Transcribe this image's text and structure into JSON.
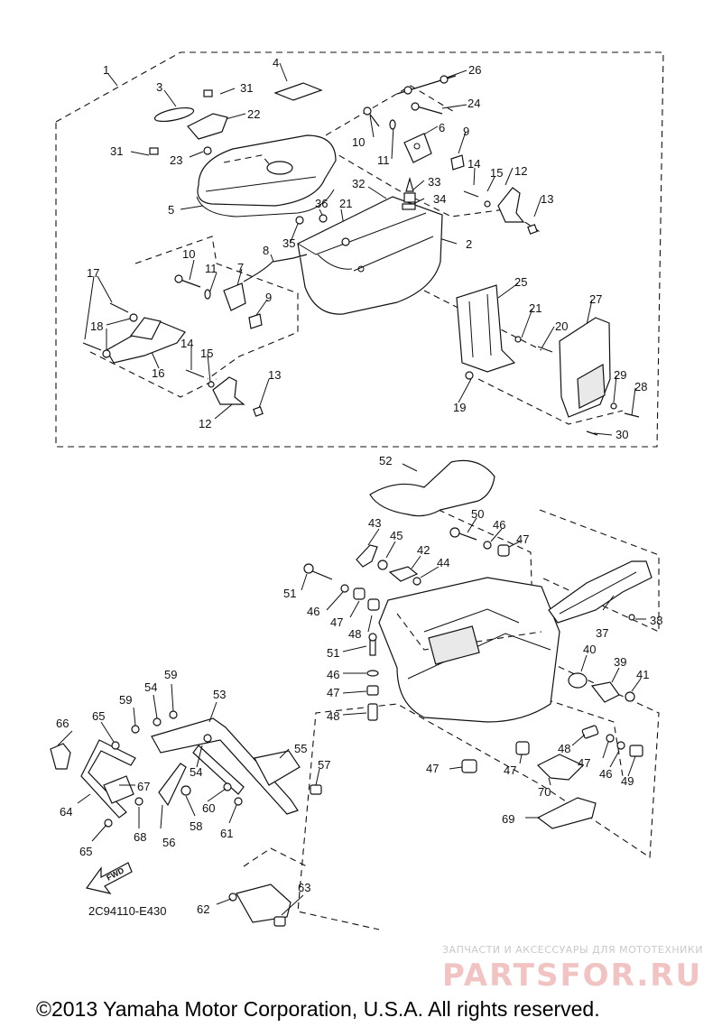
{
  "diagram_code": "2C94110-E430",
  "fwd_label": "FWD",
  "copyright": "©2013 Yamaha Motor Corporation, U.S.A. All rights reserved.",
  "watermark": {
    "subtitle": "ЗАПЧАСТИ И АКСЕССУАРЫ ДЛЯ МОТОТЕХНИКИ",
    "brand": "PARTSFOR.RU"
  },
  "callouts": {
    "n1": "1",
    "n2": "2",
    "n3": "3",
    "n4": "4",
    "n5": "5",
    "n6": "6",
    "n7": "7",
    "n8": "8",
    "n9": "9",
    "n10": "10",
    "n11": "11",
    "n12": "12",
    "n13": "13",
    "n14": "14",
    "n15": "15",
    "n16": "16",
    "n17": "17",
    "n18": "18",
    "n19": "19",
    "n20": "20",
    "n21": "21",
    "n22": "22",
    "n23": "23",
    "n24": "24",
    "n25": "25",
    "n26": "26",
    "n27": "27",
    "n28": "28",
    "n29": "29",
    "n30": "30",
    "n31": "31",
    "n32": "32",
    "n33": "33",
    "n34": "34",
    "n35": "35",
    "n36": "36",
    "n37": "37",
    "n38": "38",
    "n39": "39",
    "n40": "40",
    "n41": "41",
    "n42": "42",
    "n43": "43",
    "n44": "44",
    "n45": "45",
    "n46": "46",
    "n47": "47",
    "n48": "48",
    "n49": "49",
    "n50": "50",
    "n51": "51",
    "n52": "52",
    "n53": "53",
    "n54": "54",
    "n55": "55",
    "n56": "56",
    "n57": "57",
    "n58": "58",
    "n59": "59",
    "n60": "60",
    "n61": "61",
    "n62": "62",
    "n63": "63",
    "n64": "64",
    "n65": "65",
    "n66": "66",
    "n67": "67",
    "n68": "68",
    "n69": "69",
    "n70": "70"
  }
}
